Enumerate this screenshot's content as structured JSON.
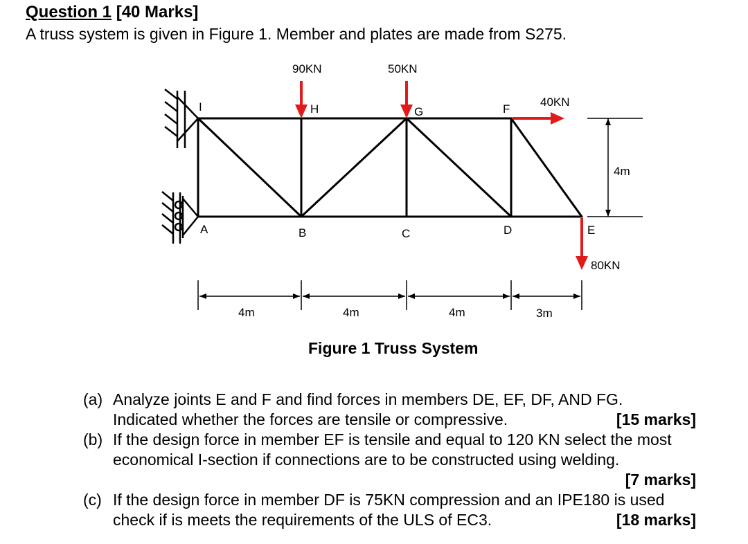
{
  "question": {
    "number_label": "Question 1",
    "marks_label": "[40 Marks]",
    "intro": "A truss system is given in Figure 1. Member and plates are made from S275."
  },
  "figure": {
    "caption": "Figure 1 Truss System",
    "nodes": {
      "A": "A",
      "B": "B",
      "C": "C",
      "D": "D",
      "E": "E",
      "F": "F",
      "G": "G",
      "H": "H",
      "I": "I"
    },
    "loads": {
      "H": "90KN",
      "G": "50KN",
      "F": "40KN",
      "E": "80KN"
    },
    "dimensions": {
      "height": "4m",
      "span_ab": "4m",
      "span_bc": "4m",
      "span_cd": "4m",
      "span_de": "3m"
    },
    "colors": {
      "member": "#000000",
      "load_arrow": "#e11b1b"
    }
  },
  "parts": [
    {
      "label": "(a)",
      "line1": "Analyze joints E and F and find forces in members DE, EF, DF, AND FG.",
      "line2": "Indicated whether the forces are tensile or compressive.",
      "marks": "[15 marks]"
    },
    {
      "label": "(b)",
      "line1": "If the design force in member EF is tensile and equal to 120 KN select the most",
      "line2": "economical I-section if connections are to be constructed using welding.",
      "marks": "[7 marks]"
    },
    {
      "label": "(c)",
      "line1": "If the design force in member DF is 75KN compression and an IPE180 is used",
      "line2": "check if is meets the requirements of the ULS of EC3.",
      "marks": "[18 marks]"
    }
  ]
}
